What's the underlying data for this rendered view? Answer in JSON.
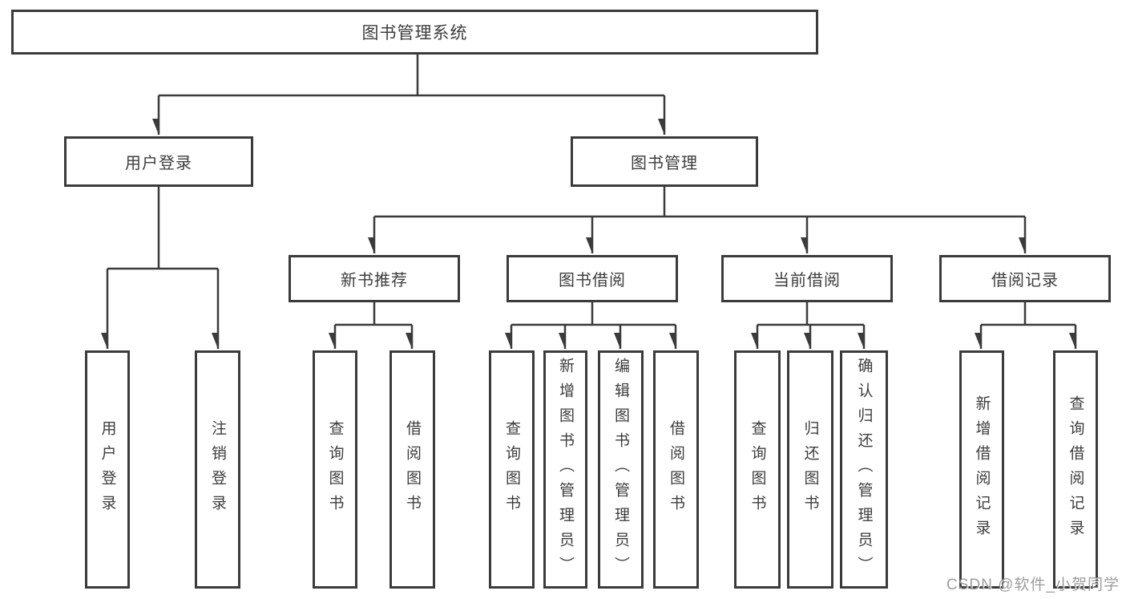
{
  "diagram_title": "图书管理系统",
  "colors": {
    "line": "#3b3b3b",
    "border": "#3b3b3b",
    "text": "#3d3d3d",
    "background": "#ffffff",
    "watermark": "#8c8c8c"
  },
  "tree": {
    "label": "图书管理系统",
    "children": [
      {
        "label": "用户登录",
        "children": [
          {
            "label": "用户登录"
          },
          {
            "label": "注销登录"
          }
        ]
      },
      {
        "label": "图书管理",
        "children": [
          {
            "label": "新书推荐",
            "children": [
              {
                "label": "查询图书"
              },
              {
                "label": "借阅图书"
              }
            ]
          },
          {
            "label": "图书借阅",
            "children": [
              {
                "label": "查询图书"
              },
              {
                "label": "新增图书（管理员）"
              },
              {
                "label": "编辑图书（管理员）"
              },
              {
                "label": "借阅图书"
              }
            ]
          },
          {
            "label": "当前借阅",
            "children": [
              {
                "label": "查询图书"
              },
              {
                "label": "归还图书"
              },
              {
                "label": "确认归还（管理员）"
              }
            ]
          },
          {
            "label": "借阅记录",
            "children": [
              {
                "label": "新增借阅记录"
              },
              {
                "label": "查询借阅记录"
              }
            ]
          }
        ]
      }
    ]
  },
  "watermark": {
    "text": "CSDN @软件_小贺同学"
  }
}
